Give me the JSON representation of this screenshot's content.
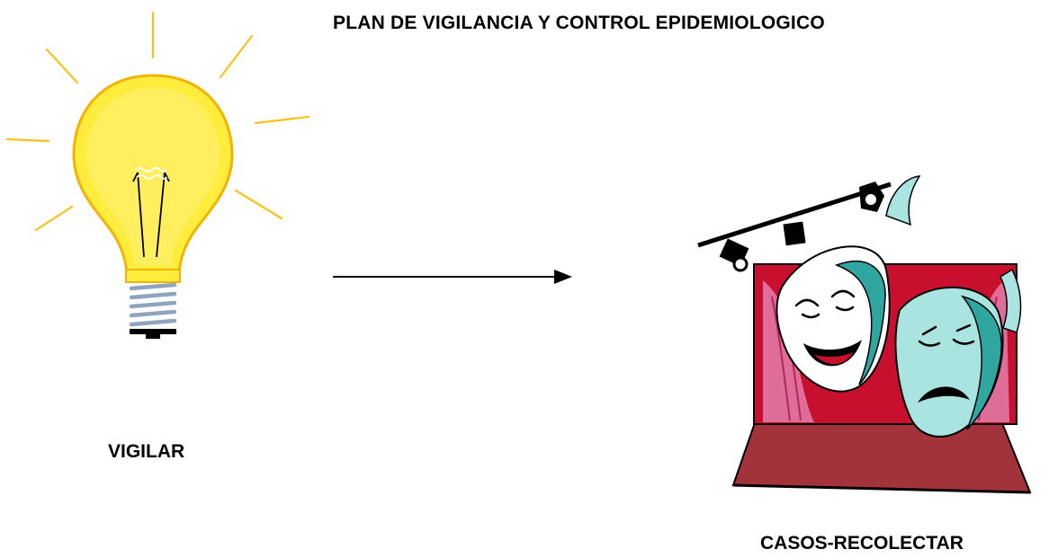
{
  "title": "PLAN DE VIGILANCIA Y CONTROL EPIDEMIOLOGICO",
  "nodes": [
    {
      "id": "vigilar",
      "label": "VIGILAR",
      "icon": "light-bulb-icon"
    },
    {
      "id": "casos",
      "label": "CASOS-RECOLECTAR",
      "icon": "theater-masks-icon"
    }
  ],
  "edges": [
    {
      "from": "vigilar",
      "to": "casos"
    }
  ],
  "colors": {
    "bulb_yellow": "#ffec3d",
    "bulb_outline": "#f3b300",
    "rays": "#f7c21a",
    "curtain_red": "#c8102e",
    "curtain_pink": "#e06c9a",
    "stage_floor": "#a3333b",
    "mask_teal": "#2fa7a0",
    "mask_light": "#a9e4e0"
  }
}
